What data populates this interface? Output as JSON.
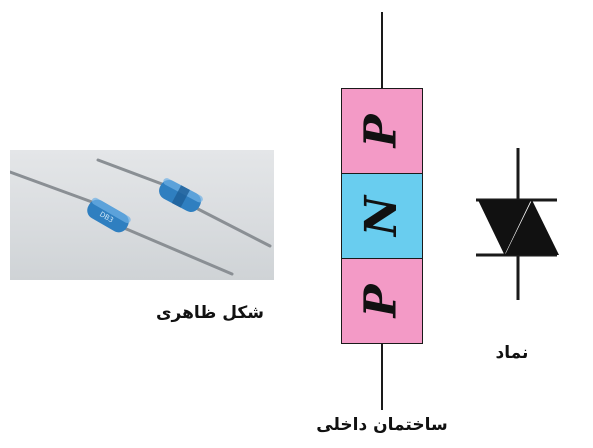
{
  "photo": {
    "caption": "شکل ظاهری"
  },
  "structure": {
    "caption": "ساختمان داخلی",
    "layers": [
      {
        "letter": "P",
        "color": "#f39ac6"
      },
      {
        "letter": "N",
        "color": "#69cdef"
      },
      {
        "letter": "P",
        "color": "#f39ac6"
      }
    ]
  },
  "symbol": {
    "caption": "نماد"
  },
  "colors": {
    "p_region": "#f39ac6",
    "n_region": "#69cdef",
    "component_body": "#2f7fc0",
    "line": "#1a1a1a"
  }
}
